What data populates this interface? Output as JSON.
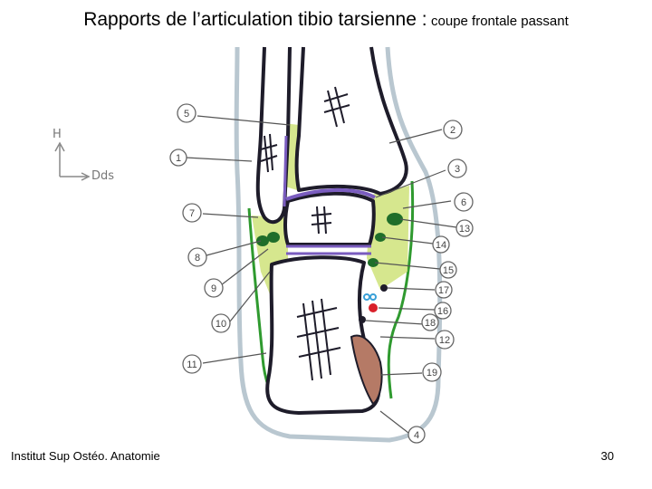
{
  "title": {
    "main": "Rapports de l’articulation tibio tarsienne :",
    "sub": "coupe frontale passant"
  },
  "orientation": {
    "up_label": "H",
    "lateral_label": "Dds"
  },
  "callouts": [
    "1",
    "2",
    "3",
    "4",
    "5",
    "6",
    "7",
    "8",
    "9",
    "10",
    "11",
    "12",
    "13",
    "14",
    "15",
    "16",
    "17",
    "18",
    "19"
  ],
  "footer": {
    "left_text": "Institut Sup Ostéo. Anatomie",
    "page_number": "30"
  },
  "colors": {
    "outline": "#1e1c2a",
    "skin": "#b9c7d0",
    "green_fascia": "#2f9a2f",
    "ligament_yellow": "#cfe37a",
    "cartilage_purple": "#7a5cbf",
    "muscle_brown": "#b57a66",
    "artery_red": "#d9202a",
    "nerve_blue": "#3aa0d8"
  }
}
